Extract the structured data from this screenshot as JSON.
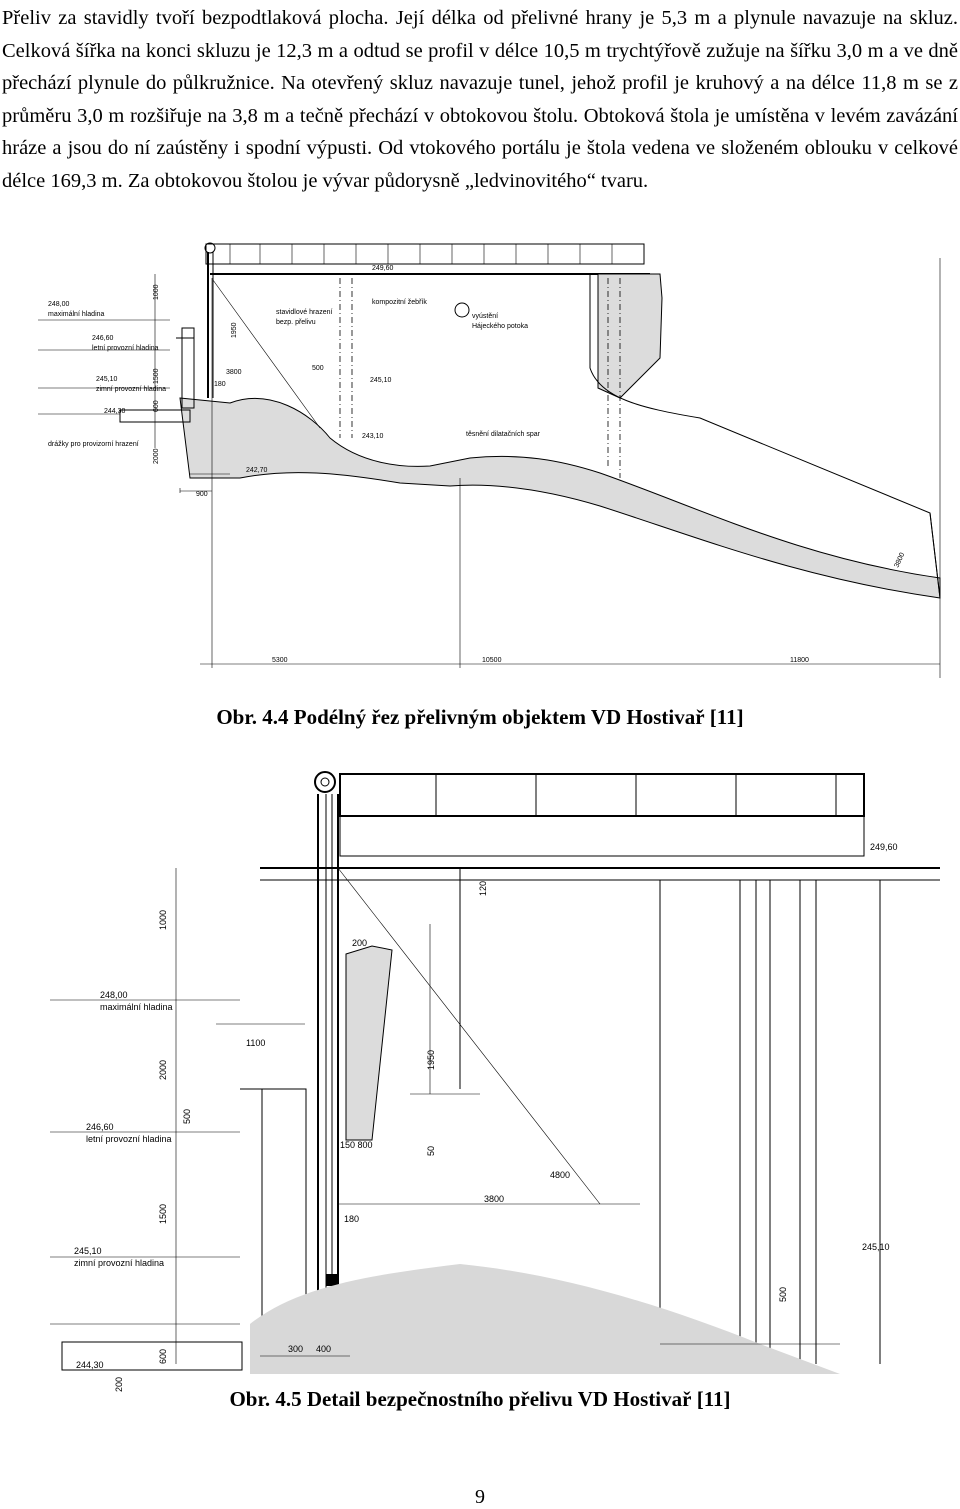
{
  "paragraph": [
    "Přeliv za stavidly tvoří bezpodtlaková plocha. Její délka od přelivné hrany je 5,3 m a plynule navazuje na skluz. Celková šířka na konci skluzu je 12,3 m a odtud se profil v délce 10,5 m trychtýřově zužuje na šířku 3,0 m a ve dně přechází plynule do půlkružnice. Na otevřený skluz navazuje tunel, jehož profil je kruhový a na délce 11,8 m se z průměru 3,0 m rozšiřuje na 3,8 m a tečně přechází v obtokovou štolu. Obtoková štola je umístěna v levém zavázání hráze a jsou do ní zaústěny i spodní výpusti. Od vtokového portálu je štola vedena ve složeném oblouku v celkové délce 169,3 m. Za obtokovou štolou je vývar půdorysně „ledvinovitého“ tvaru."
  ],
  "figure1": {
    "caption": "Obr. 4.4 Podélný řez přelivným objektem VD Hostivař [11]",
    "labels": {
      "elev_top": "249,60",
      "elev_max": "248,00",
      "max_level": "maximální hladina",
      "elev_summer": "246,60",
      "summer_level": "letní provozní hladina",
      "elev_winter": "245,10",
      "winter_level": "zimní provozní hladina",
      "elev_244": "244,30",
      "grooves": "drážky pro provizorní hrazení",
      "dim_1000": "1000",
      "dim_1950": "1950",
      "dim_1500": "1500",
      "dim_600": "600",
      "dim_2000": "2000",
      "dim_900": "900",
      "dim_3800": "3800",
      "dim_500": "500",
      "dim_180": "180",
      "elev_245r": "245,10",
      "elev_243": "243,10",
      "elev_242": "242,70",
      "gate": "stavidlové hrazení",
      "gate2": "bezp. přelivu",
      "ladder": "kompozitní žebřík",
      "vent": "vyústění",
      "vent2": "Hájeckého potoka",
      "seal": "těsnění dilatačních spar",
      "dim_3800b": "3800",
      "bottom_5300": "5300",
      "bottom_10500": "10500",
      "bottom_11800": "11800"
    }
  },
  "figure2": {
    "caption": "Obr. 4.5 Detail bezpečnostního přelivu VD Hostivař [11]",
    "labels": {
      "elev_top": "249,60",
      "dim_120": "120",
      "dim_1000": "1000",
      "dim_200": "200",
      "elev_max": "248,00",
      "max_level": "maximální hladina",
      "dim_1100": "1100",
      "dim_2000": "2000",
      "dim_1950": "1950",
      "elev_summer": "246,60",
      "summer_level": "letní provozní hladina",
      "dim_500a": "500",
      "dim_150_800": "150  800",
      "dim_50": "50",
      "dim_4800": "4800",
      "dim_1500": "1500",
      "dim_3800": "3800",
      "dim_180": "180",
      "elev_winter": "245,10",
      "winter_level": "zimní provozní hladina",
      "elev_winter_r": "245,10",
      "dim_500b": "500",
      "dim_600": "600",
      "dim_200b": "200",
      "dim_300": "300",
      "dim_400": "400",
      "elev_244": "244,30"
    }
  },
  "page_number": "9"
}
